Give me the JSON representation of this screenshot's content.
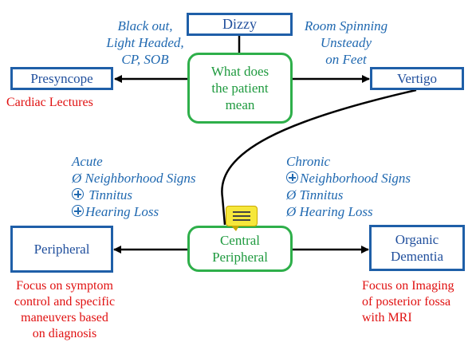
{
  "nodes": {
    "dizzy": "Dizzy",
    "question": [
      "What does",
      "the patient",
      "mean"
    ],
    "presyncope": "Presyncope",
    "vertigo": "Vertigo",
    "peripheral": "Peripheral",
    "central": [
      "Central",
      "Peripheral"
    ],
    "organic": [
      "Organic",
      "Dementia"
    ]
  },
  "labels": {
    "presyncope_symptoms": [
      "Black out,",
      "Light Headed,",
      "CP, SOB"
    ],
    "vertigo_symptoms": [
      "Room Spinning",
      "Unsteady",
      "on Feet"
    ],
    "cardiac": "Cardiac Lectures",
    "acute_title": "Acute",
    "acute_lines": [
      "Ø Neighborhood Signs",
      "Tinnitus",
      "Hearing Loss"
    ],
    "chronic_title": "Chronic",
    "chronic_lines": [
      "Neighborhood Signs",
      "Ø Tinnitus",
      "Ø Hearing Loss"
    ],
    "peripheral_note": [
      "Focus on symptom",
      "control and specific",
      "maneuvers based",
      "on diagnosis"
    ],
    "organic_note": [
      "Focus on Imaging",
      "of posterior fossa",
      "with MRI"
    ]
  },
  "colors": {
    "box_blue": "#1f5fa8",
    "box_green": "#2eaf4a",
    "italic_text": "#1f68b0",
    "note_red": "#e01010",
    "comment_icon": "#f6e73b"
  }
}
